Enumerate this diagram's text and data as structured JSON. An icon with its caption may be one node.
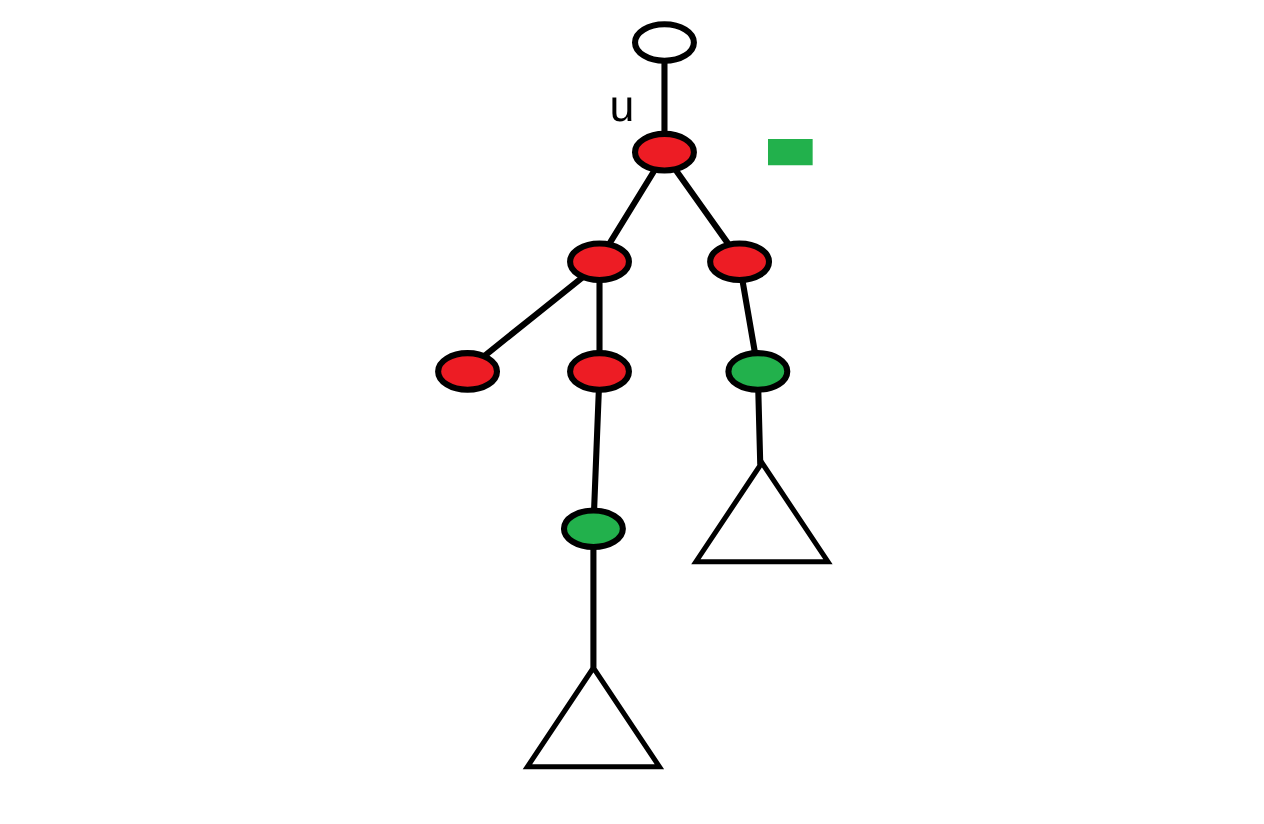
{
  "diagram": {
    "nodes": [
      {
        "text": [],
        "shape": "circle"
      },
      {
        "text": [],
        "shape": "circle",
        "beside": [
          "u"
        ]
      },
      {
        "text": [],
        "shape": "box"
      },
      {
        "text": [],
        "shape": "circle"
      },
      {
        "text": [],
        "shape": "circle"
      },
      {
        "text": [],
        "shape": "circle"
      },
      {
        "text": [],
        "shape": "circle"
      },
      {
        "text": [],
        "shape": "circle"
      },
      {
        "text": [],
        "shape": "circle"
      },
      {
        "text": [],
        "shape": "triangle"
      },
      {
        "text": [],
        "shape": "triangle"
      }
    ],
    "edges": [
      {
        "from": 0,
        "to": 1,
        "arrow": "none"
      },
      {
        "from": 1,
        "to": 3,
        "arrow": "none"
      },
      {
        "from": 1,
        "to": 4,
        "arrow": "none"
      },
      {
        "from": 3,
        "to": 5,
        "arrow": "none"
      },
      {
        "from": 3,
        "to": 6,
        "arrow": "none"
      },
      {
        "from": 6,
        "to": 7,
        "arrow": "none"
      },
      {
        "from": 4,
        "to": 8,
        "arrow": "none"
      },
      {
        "from": 7,
        "to": 9,
        "arrow": "none"
      },
      {
        "from": 8,
        "to": 10,
        "arrow": "none"
      }
    ]
  }
}
